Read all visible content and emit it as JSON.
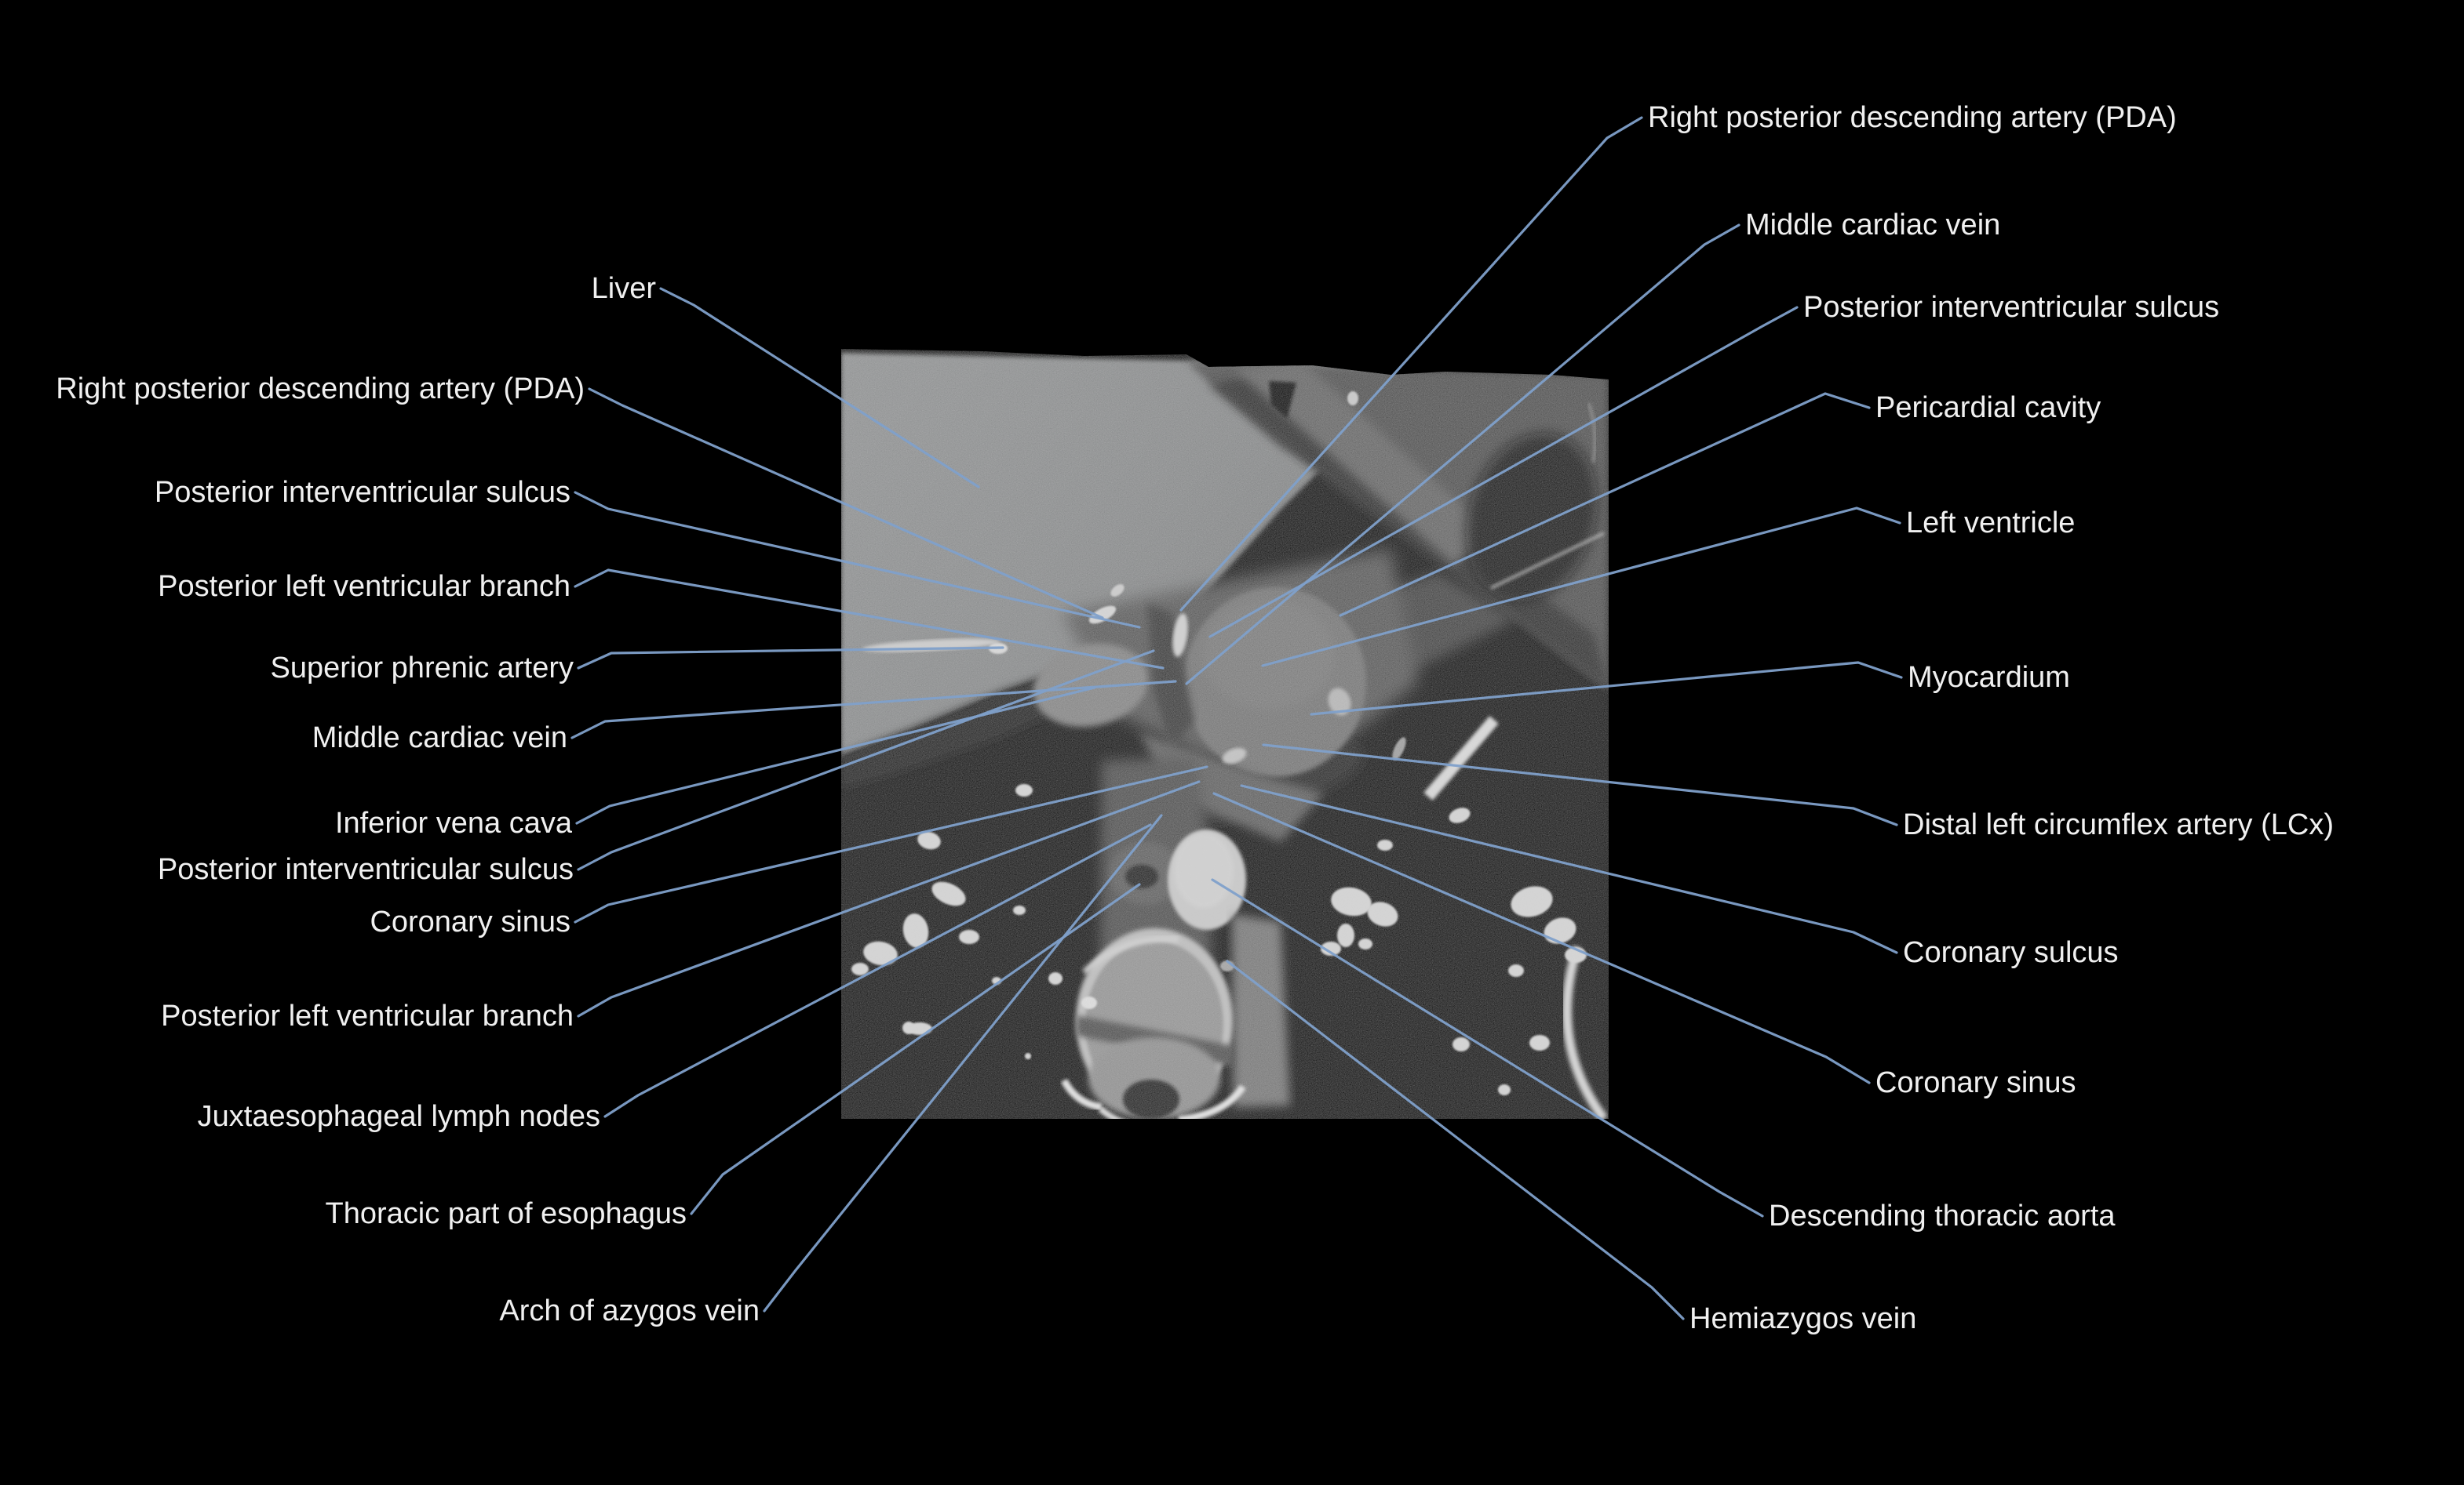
{
  "colors": {
    "background": "#000000",
    "leader_line": "#7fa0ca",
    "label_text": "#f0f0f0"
  },
  "labels": {
    "left": [
      {
        "text": "Liver"
      },
      {
        "text": "Right posterior descending artery (PDA)"
      },
      {
        "text": "Posterior interventricular sulcus"
      },
      {
        "text": "Posterior left ventricular branch"
      },
      {
        "text": "Superior phrenic artery"
      },
      {
        "text": "Middle cardiac vein"
      },
      {
        "text": "Inferior vena cava"
      },
      {
        "text": "Posterior interventricular sulcus"
      },
      {
        "text": "Coronary sinus"
      },
      {
        "text": "Posterior left ventricular branch"
      },
      {
        "text": "Juxtaesophageal lymph nodes"
      },
      {
        "text": "Thoracic part of esophagus"
      },
      {
        "text": "Arch of azygos vein"
      }
    ],
    "right": [
      {
        "text": "Right posterior descending artery (PDA)"
      },
      {
        "text": "Middle cardiac vein"
      },
      {
        "text": "Posterior interventricular sulcus"
      },
      {
        "text": "Pericardial cavity"
      },
      {
        "text": "Left ventricle"
      },
      {
        "text": "Myocardium"
      },
      {
        "text": "Distal left circumflex artery (LCx)"
      },
      {
        "text": "Coronary sulcus"
      },
      {
        "text": "Coronary sinus"
      },
      {
        "text": "Descending thoracic aorta"
      },
      {
        "text": "Hemiazygos vein"
      }
    ]
  }
}
